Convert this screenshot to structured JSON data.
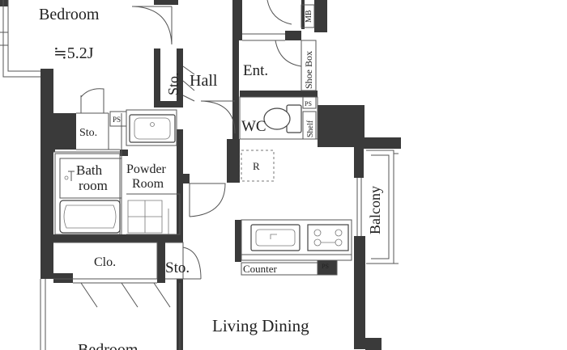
{
  "rooms": {
    "bedroom_top": "Bedroom",
    "bedroom_size": "≒5.2J",
    "hall": "Hall",
    "entrance": "Ent.",
    "storage_hall": "Sto.",
    "storage_left": "Sto.",
    "storage_lower": "Sto.",
    "bath_line1": "Bath",
    "bath_line2": "room",
    "powder_line1": "Powder",
    "powder_line2": "Room",
    "wc": "WC",
    "closet": "Clo.",
    "living_dining": "Living Dining",
    "bedroom_bottom": "Bedroom"
  },
  "labels": {
    "mb": "MB",
    "shoe_box": "Shoe Box",
    "shelf": "Shelf",
    "ps_left": "PS",
    "ps_wc": "PS",
    "ps_counter": "PS",
    "refrigerator": "R",
    "counter": "Counter",
    "balcony": "Balcony"
  },
  "colors": {
    "wall": "#3a3a3a",
    "line": "#555555",
    "text": "#222222",
    "background": "#ffffff"
  }
}
